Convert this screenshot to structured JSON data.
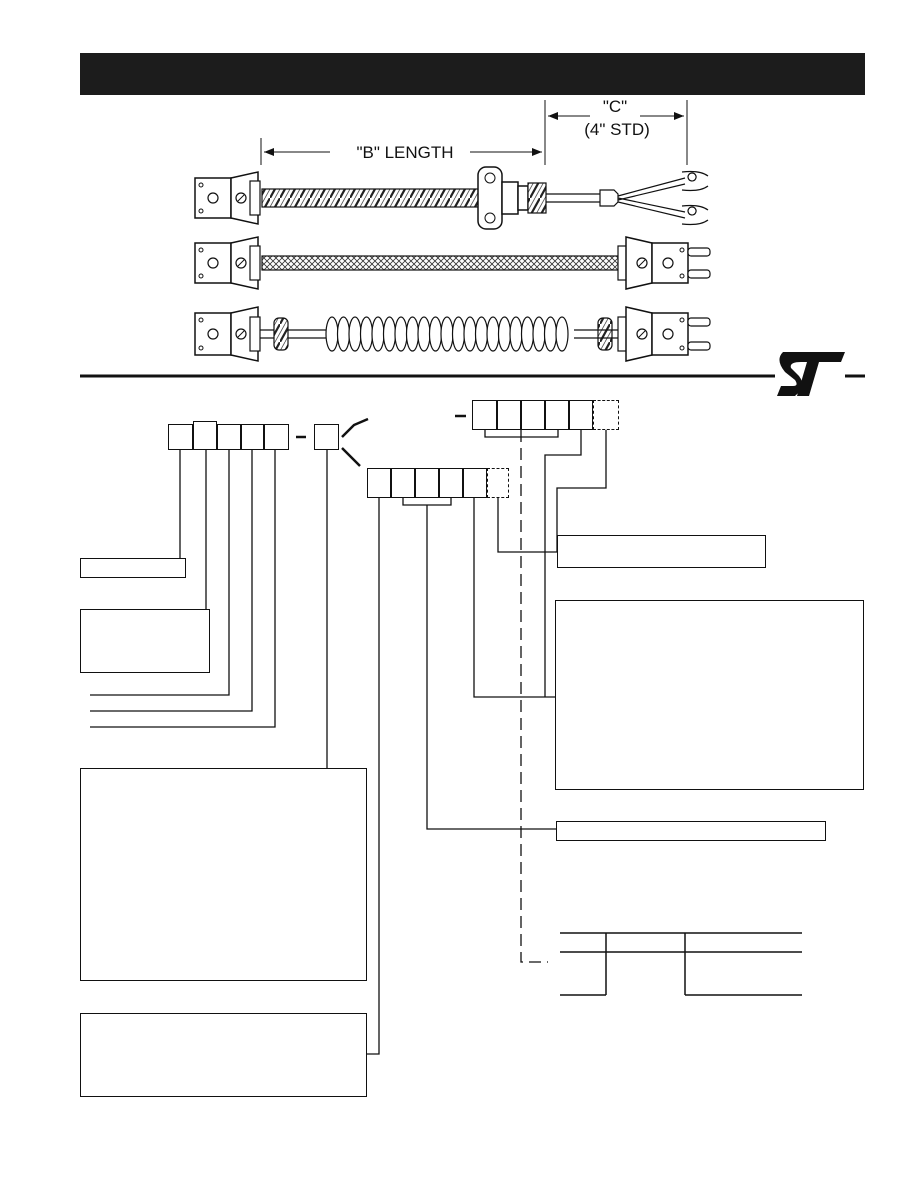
{
  "dimensions": {
    "c_label": "\"C\"",
    "c_std": "(4\" STD)",
    "b_length": "\"B\" LENGTH"
  },
  "logo": {
    "text": "ST"
  },
  "colors": {
    "ink": "#111111",
    "title_bar": "#1c1c1c"
  }
}
